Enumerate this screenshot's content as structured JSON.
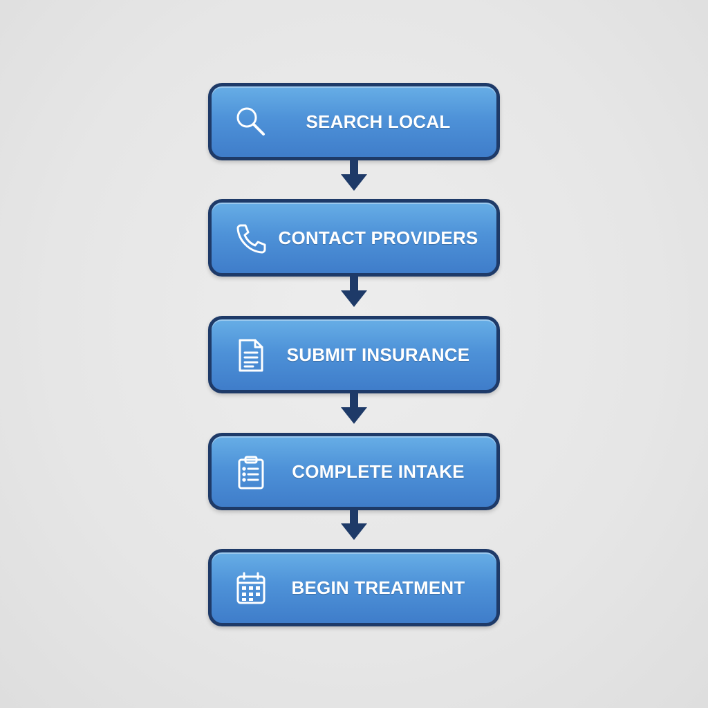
{
  "steps": [
    {
      "label": "SEARCH LOCAL",
      "icon": "magnifier-icon"
    },
    {
      "label": "CONTACT PROVIDERS",
      "icon": "phone-icon"
    },
    {
      "label": "SUBMIT INSURANCE",
      "icon": "document-icon"
    },
    {
      "label": "COMPLETE INTAKE",
      "icon": "clipboard-icon"
    },
    {
      "label": "BEGIN TREATMENT",
      "icon": "calendar-icon"
    }
  ],
  "colors": {
    "box_top": "#67aee6",
    "box_bottom": "#3f7dca",
    "border": "#1e3a68",
    "arrow": "#1e3a68",
    "text": "#ffffff",
    "background": "#e8e8e8"
  }
}
